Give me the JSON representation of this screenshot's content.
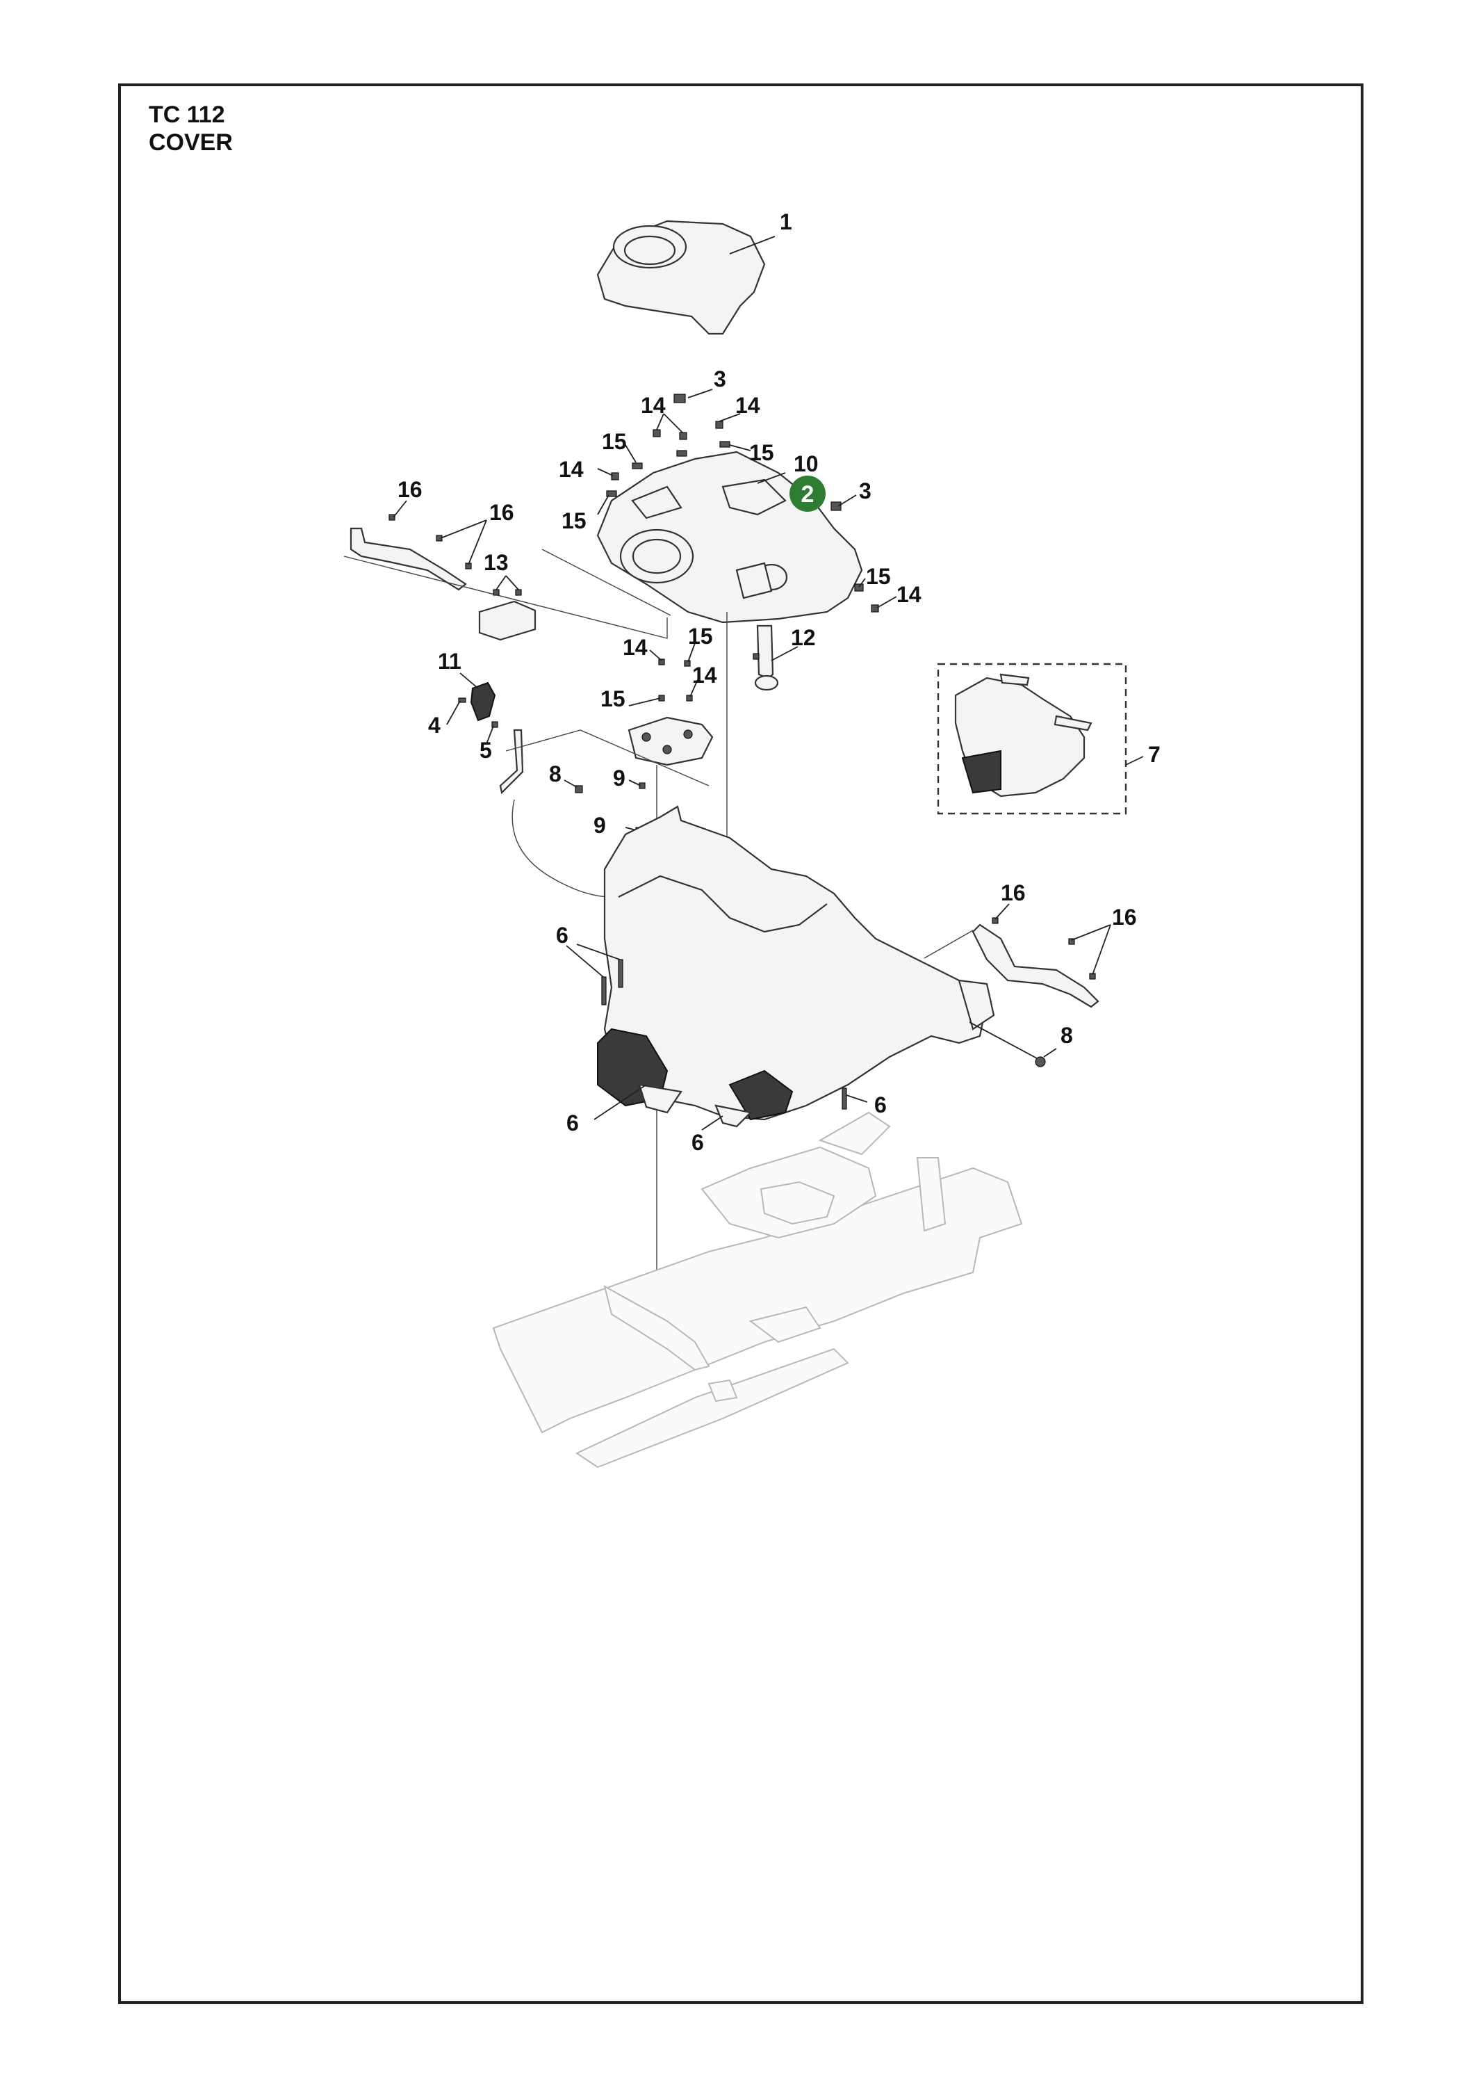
{
  "header": {
    "model": "TC 112",
    "section": "COVER"
  },
  "highlight": {
    "label": "2",
    "color": "#2e7d32"
  },
  "callouts": {
    "c1": "1",
    "c2": "2",
    "c3": "3",
    "c4": "4",
    "c5": "5",
    "c6": "6",
    "c7": "7",
    "c8": "8",
    "c9": "9",
    "c10": "10",
    "c11": "11",
    "c12": "12",
    "c13": "13",
    "c14": "14",
    "c15": "15",
    "c16": "16"
  }
}
